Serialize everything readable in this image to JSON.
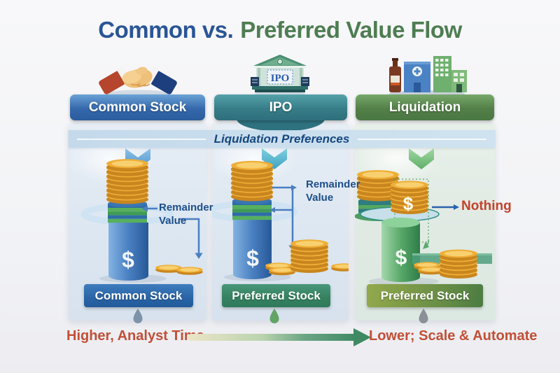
{
  "title": {
    "left": "Common vs.",
    "right": "Preferred Value Flow"
  },
  "band_label": "Liquidation Preferences",
  "columns": [
    {
      "header": "Common Stock",
      "icon": "handshake",
      "flow_label": "Remainder Value",
      "result_label": "Common Stock",
      "currency_symbol": "$"
    },
    {
      "header": "IPO",
      "icon": "ipo-bank-building",
      "flow_label": "Remainder Value",
      "result_label": "Preferred Stock",
      "currency_symbol": "$"
    },
    {
      "header": "Liquidation",
      "icon": "pharma-and-buildings",
      "flow_label": "Nothing",
      "result_label": "Preferred Stock",
      "currency_symbol": "$",
      "coin_symbol": "$"
    }
  ],
  "ipo_sign": "IPO",
  "footer": {
    "left_label": "Higher, Analyst Time",
    "right_label": "Lower; Scale & Automate"
  },
  "colors": {
    "title_blue": "#2a5596",
    "title_green": "#4e7d52",
    "band_text_blue": "#16477e",
    "annotation_blue": "#1d4e89",
    "nothing_red": "#c2432c",
    "footer_red": "#c14f36",
    "coin_gold": "#efae36",
    "common_banner_blue": "#2a5c9e",
    "ipo_banner_teal": "#2e6f7c",
    "liquidation_banner_green": "#4a7842",
    "preferred_green": "#2f7a5c"
  }
}
